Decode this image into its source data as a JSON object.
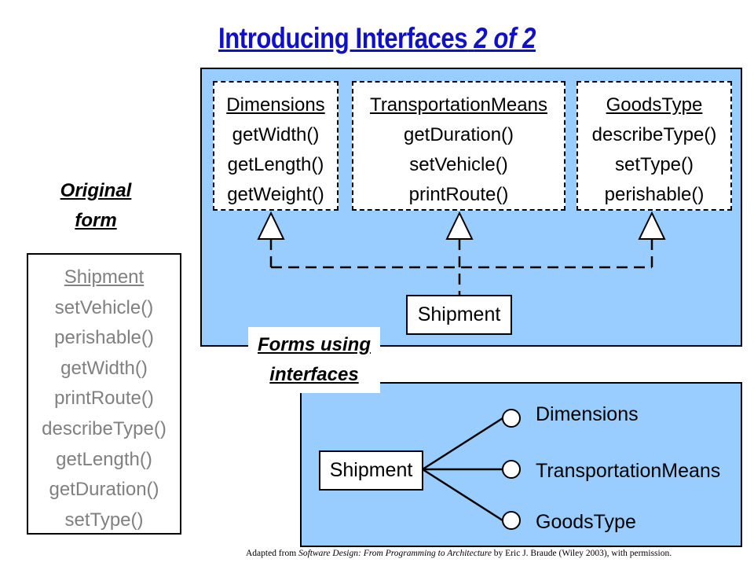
{
  "title": {
    "main": "Introducing Interfaces",
    "suffix": "2 of 2"
  },
  "interfaces": [
    {
      "name": "Dimensions",
      "methods": [
        "getWidth()",
        "getLength()",
        "getWeight()"
      ]
    },
    {
      "name": "TransportationMeans",
      "methods": [
        "getDuration()",
        "setVehicle()",
        "printRoute()"
      ]
    },
    {
      "name": "GoodsType",
      "methods": [
        "describeType()",
        "setType()",
        "perishable()"
      ]
    }
  ],
  "shipment_label": "Shipment",
  "original_form": {
    "label_line1": "Original",
    "label_line2": "form",
    "class_name": "Shipment",
    "methods": [
      "setVehicle()",
      "perishable()",
      "getWidth()",
      "printRoute()",
      "describeType()",
      "getLength()",
      "getDuration()",
      "setType()"
    ]
  },
  "forms_using": {
    "line1": "Forms using",
    "line2": "interfaces"
  },
  "lollipops": [
    "Dimensions",
    "TransportationMeans",
    "GoodsType"
  ],
  "footer": {
    "prefix": "Adapted from ",
    "book": "Software Design: From Programming to Architecture",
    "suffix": " by Eric J. Braude (Wiley 2003), with permission."
  }
}
